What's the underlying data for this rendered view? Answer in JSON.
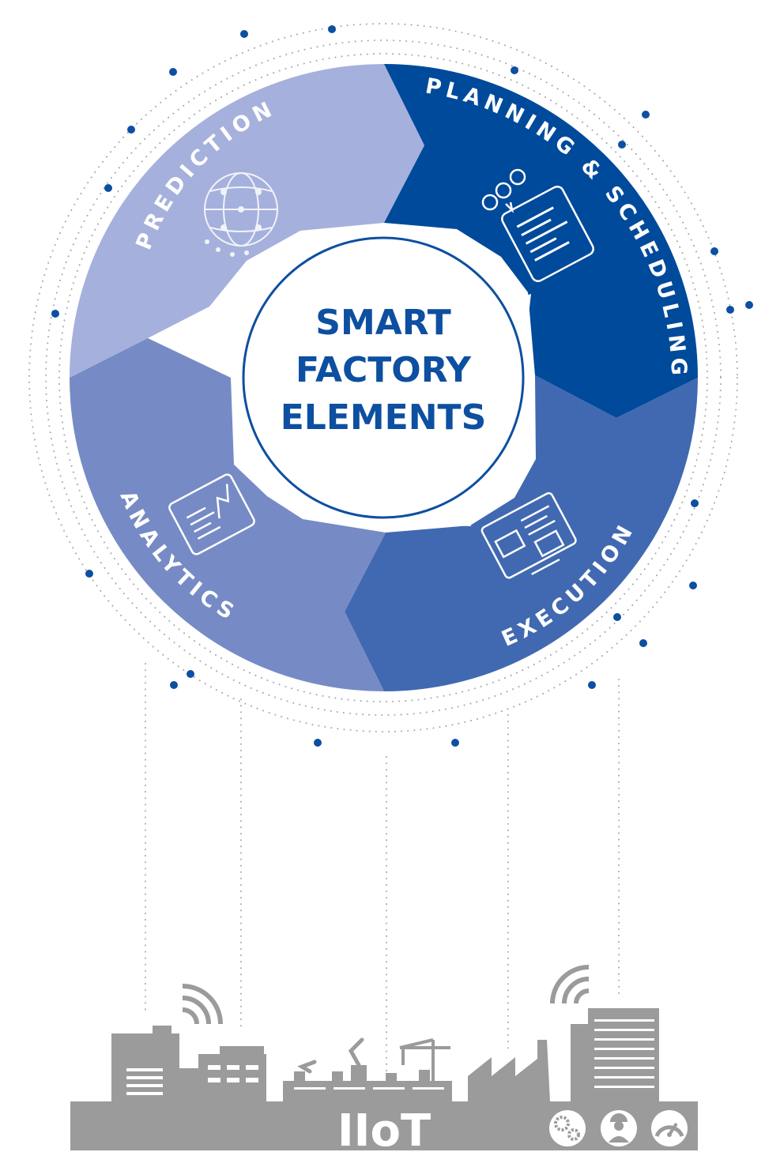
{
  "center": {
    "line1": "SMART",
    "line2": "FACTORY",
    "line3": "ELEMENTS"
  },
  "segments": {
    "prediction": {
      "label": "PREDICTION",
      "color": "#a5b1dc",
      "icon": "globe-network-icon"
    },
    "planning": {
      "label": "PLANNING & SCHEDULING",
      "color": "#004a9b",
      "icon": "schedule-clipboard-icon"
    },
    "execution": {
      "label": "EXECUTION",
      "color": "#4169b1",
      "icon": "monitor-operator-icon"
    },
    "analytics": {
      "label": "ANALYTICS",
      "color": "#768bc5",
      "icon": "tablet-chart-icon"
    }
  },
  "bottom": {
    "label": "IIoT",
    "color": "#9b9b9b",
    "icons": [
      "gears-icon",
      "worker-icon",
      "gauge-icon"
    ]
  },
  "accent_dot_color": "#0d4fa0"
}
